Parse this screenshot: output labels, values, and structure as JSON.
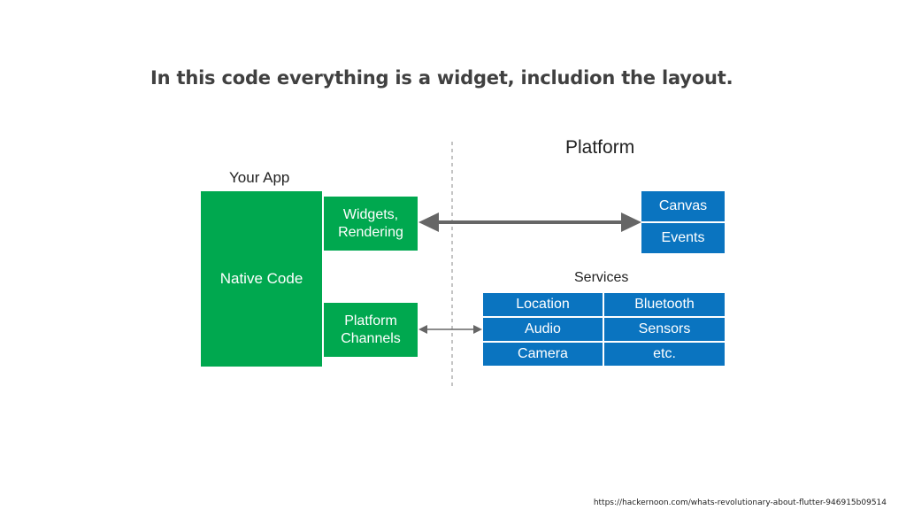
{
  "heading": "In this code everything is a widget, includion the layout.",
  "diagram": {
    "your_app_label": "Your App",
    "platform_label": "Platform",
    "services_label": "Services",
    "native_code": "Native Code",
    "widgets_rendering": [
      "Widgets,",
      "Rendering"
    ],
    "platform_channels": [
      "Platform",
      "Channels"
    ],
    "canvas": "Canvas",
    "events": "Events",
    "services": [
      "Location",
      "Bluetooth",
      "Audio",
      "Sensors",
      "Camera",
      "etc."
    ],
    "colors": {
      "green": "#00a84f",
      "blue": "#0a74c0",
      "arrow": "#666666"
    }
  },
  "source_url": "https://hackernoon.com/whats-revolutionary-about-flutter-946915b09514"
}
